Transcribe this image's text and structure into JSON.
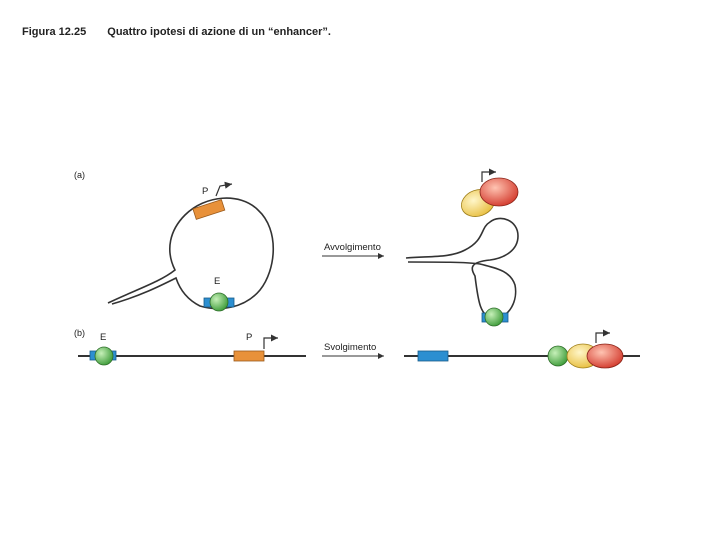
{
  "figure": {
    "number": "Figura 12.25",
    "title": "Quattro ipotesi di azione di un “enhancer”."
  },
  "panel_a": {
    "label": "(a)",
    "promoter_label": "P",
    "enhancer_label": "E",
    "arrow_label": "Avvolgimento"
  },
  "panel_b": {
    "label": "(b)",
    "enhancer_label": "E",
    "promoter_label": "P",
    "arrow_label": "Svolgimento"
  },
  "colors": {
    "promoter": "#e8913a",
    "enhancer_site": "#2c8fd1",
    "enhancer_protein": "#5fbf5a",
    "activator_yellow": "#f2d36a",
    "activator_red": "#e0473a",
    "dna": "#333333"
  }
}
